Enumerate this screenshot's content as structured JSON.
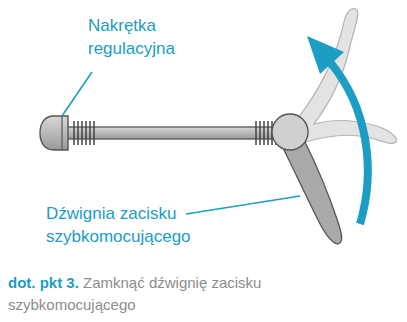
{
  "diagram": {
    "labels": [
      "Nakrętka regulacyjna",
      "Dźwignia zacisku szybkomocującego",
      "dot. pkt 3.",
      "Zamknąć dźwignię zacisku szybkomocującego"
    ]
  }
}
